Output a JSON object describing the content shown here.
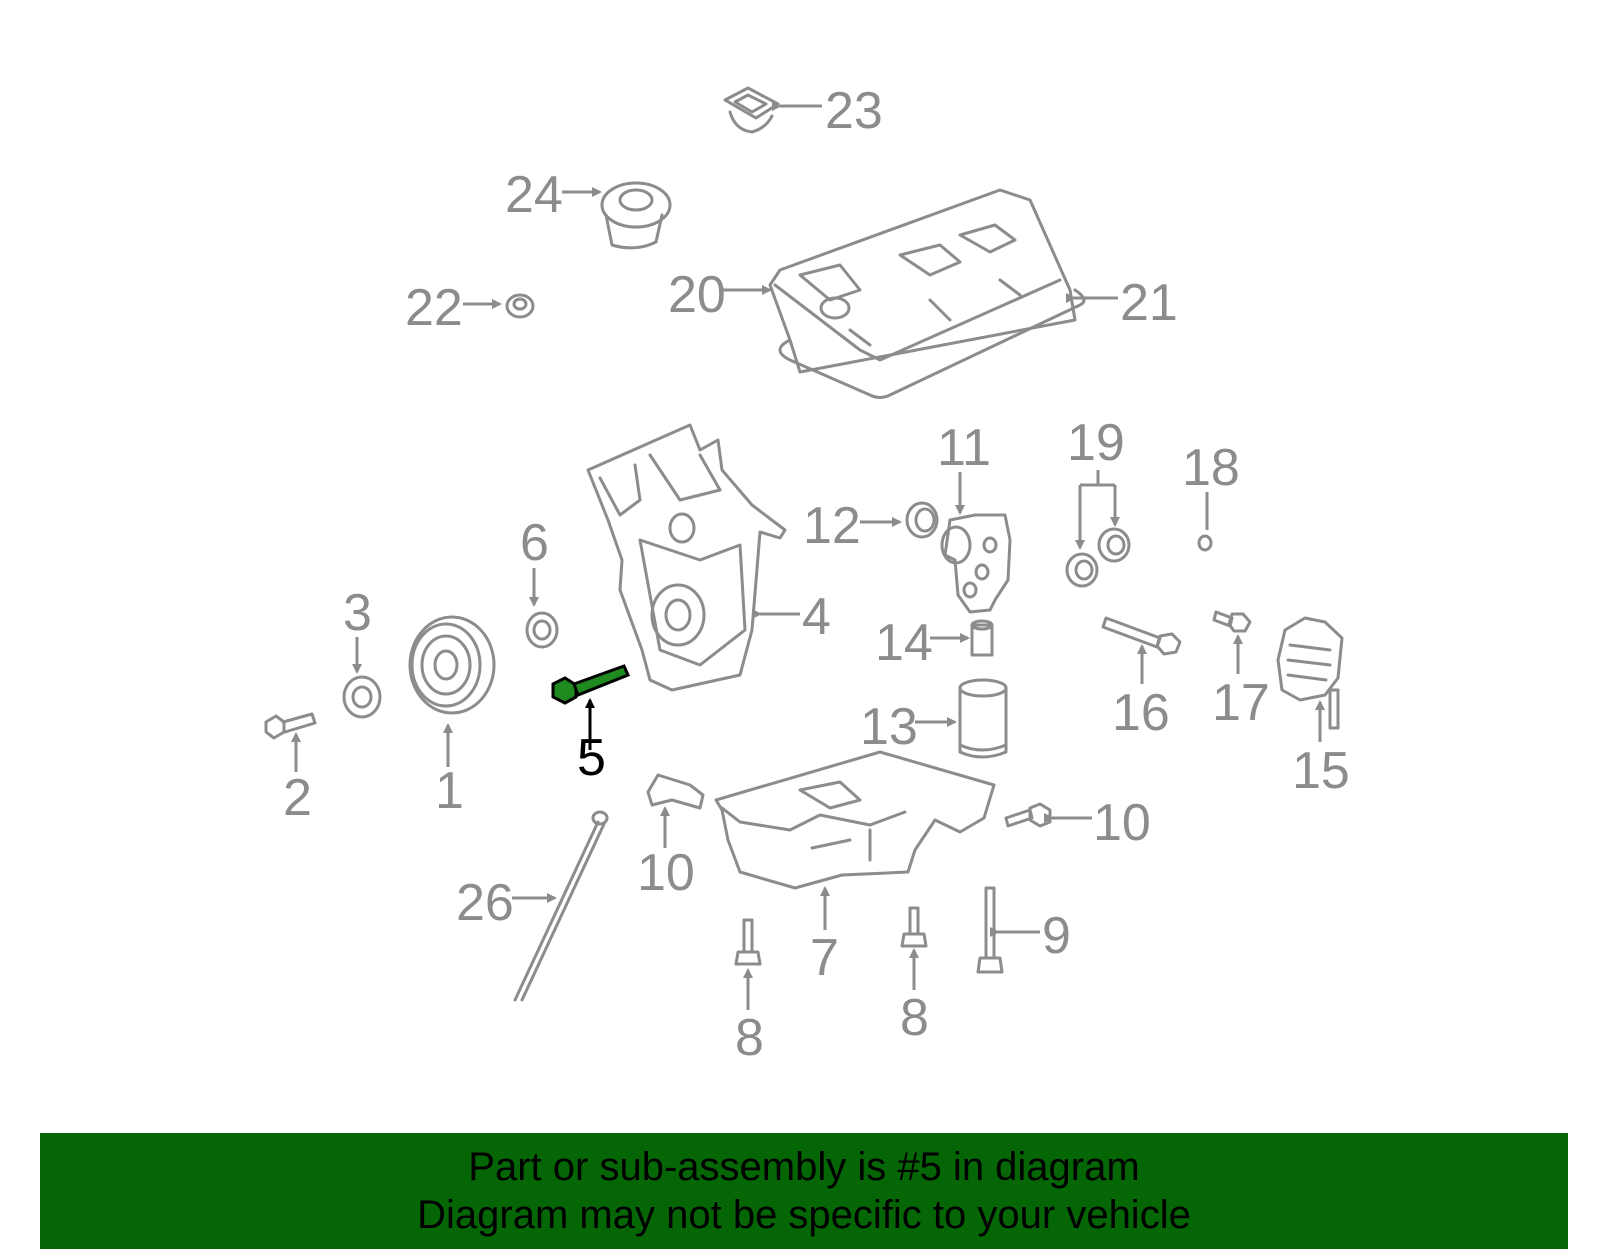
{
  "diagram": {
    "highlighted_part": "5",
    "highlight_color": "#1f8a1f",
    "line_color": "#8c8c8c",
    "callouts": [
      "1",
      "2",
      "3",
      "4",
      "5",
      "6",
      "7",
      "8",
      "8",
      "9",
      "10",
      "11",
      "12",
      "13",
      "14",
      "15",
      "16",
      "17",
      "18",
      "19",
      "20",
      "21",
      "22",
      "23",
      "24",
      "25",
      "26"
    ]
  },
  "banner": {
    "line1": "Part or sub-assembly is #5 in diagram",
    "line2": "Diagram may not be specific to your vehicle",
    "background": "#056605"
  }
}
